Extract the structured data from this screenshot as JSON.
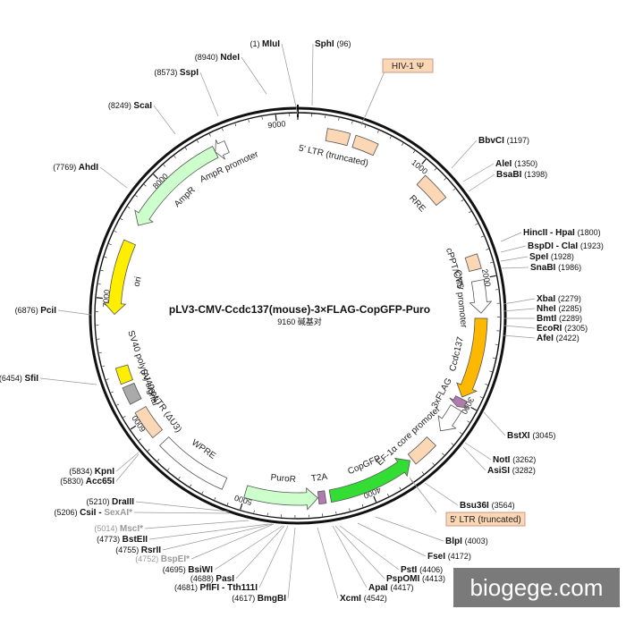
{
  "map": {
    "title": "pLV3-CMV-Ccdc137(mouse)-3×FLAG-CopGFP-Puro",
    "size_label": "9160 碱基对",
    "total_bp": 9160
  },
  "ticks": [
    "1000",
    "2000",
    "3000",
    "4000",
    "5000",
    "6000",
    "7000",
    "8000",
    "9000"
  ],
  "features": [
    {
      "label": "5' LTR (truncated)",
      "start": 230,
      "end": 410,
      "type": "box",
      "color": "#fbd7b5"
    },
    {
      "label": "",
      "start": 455,
      "end": 640,
      "type": "box",
      "color": "#fbd7b5"
    },
    {
      "label": "RRE",
      "start": 1075,
      "end": 1309,
      "type": "box",
      "color": "#fbd7b5"
    },
    {
      "label": "cPPT/CTS",
      "start": 1805,
      "end": 1922,
      "type": "box",
      "color": "#fbd7b5"
    },
    {
      "label": "CMV promoter",
      "start": 2010,
      "end": 2270,
      "type": "arrow",
      "dir": 1,
      "color": "#ffffff"
    },
    {
      "label": "Ccdc137",
      "start": 2311,
      "end": 2960,
      "type": "arrow",
      "dir": 1,
      "color": "#ffb800"
    },
    {
      "label": "3xFLAG",
      "start": 2975,
      "end": 3045,
      "type": "arrow",
      "dir": 1,
      "color": "#b07cb0"
    },
    {
      "label": "",
      "start": 3060,
      "end": 3280,
      "type": "arrow",
      "dir": 1,
      "color": "#ffffff"
    },
    {
      "label": "EF-1α core promoter",
      "start": 3390,
      "end": 3600,
      "type": "box",
      "color": "#fbd7b5"
    },
    {
      "label": "CopGFP",
      "start": 3620,
      "end": 4320,
      "type": "arrow",
      "dir": -1,
      "color": "#33dd33"
    },
    {
      "label": "T2A",
      "start": 4360,
      "end": 4415,
      "type": "box",
      "color": "#b07cb0"
    },
    {
      "label": "PuroR",
      "start": 4420,
      "end": 5000,
      "type": "arrow",
      "dir": -1,
      "color": "#ccffcc"
    },
    {
      "label": "WPRE",
      "start": 5180,
      "end": 5770,
      "type": "box",
      "color": "#ffffff"
    },
    {
      "label": "3' LTR (ΔU3)",
      "start": 5850,
      "end": 6085,
      "type": "box",
      "color": "#fbd7b5"
    },
    {
      "label": "SV40 ori",
      "start": 6160,
      "end": 6300,
      "type": "box",
      "color": "#aaaaaa"
    },
    {
      "label": "SV40 poly(A) signal",
      "start": 6330,
      "end": 6460,
      "type": "box",
      "color": "#ffee00"
    },
    {
      "label": "ori",
      "start": 6880,
      "end": 7470,
      "type": "arrow",
      "dir": -1,
      "color": "#ffee00"
    },
    {
      "label": "AmpR",
      "start": 7620,
      "end": 8480,
      "type": "arrow",
      "dir": -1,
      "color": "#ccffcc"
    },
    {
      "label": "AmpR promoter",
      "start": 8480,
      "end": 8580,
      "type": "arrow",
      "dir": -1,
      "color": "#ffffff"
    }
  ],
  "callouts": [
    {
      "label": "HIV-1 Ψ"
    },
    {
      "label": "5' LTR (truncated)"
    }
  ],
  "sites": [
    {
      "name": "MluI",
      "pos": "(1)",
      "side": "left"
    },
    {
      "name": "SphI",
      "pos": "(96)",
      "side": "right"
    },
    {
      "name": "BbvCI",
      "pos": "(1197)",
      "side": "right"
    },
    {
      "name": "AleI",
      "pos": "(1350)",
      "side": "right"
    },
    {
      "name": "BsaBI",
      "pos": "(1398)",
      "side": "right"
    },
    {
      "name": "HincII - HpaI",
      "pos": "(1800)",
      "side": "right"
    },
    {
      "name": "BspDI - ClaI",
      "pos": "(1923)",
      "side": "right"
    },
    {
      "name": "SpeI",
      "pos": "(1928)",
      "side": "right"
    },
    {
      "name": "SnaBI",
      "pos": "(1986)",
      "side": "right"
    },
    {
      "name": "XbaI",
      "pos": "(2279)",
      "side": "right"
    },
    {
      "name": "NheI",
      "pos": "(2285)",
      "side": "right"
    },
    {
      "name": "BmtI",
      "pos": "(2289)",
      "side": "right"
    },
    {
      "name": "EcoRI",
      "pos": "(2305)",
      "side": "right"
    },
    {
      "name": "AfeI",
      "pos": "(2422)",
      "side": "right"
    },
    {
      "name": "BstXI",
      "pos": "(3045)",
      "side": "right"
    },
    {
      "name": "NotI",
      "pos": "(3262)",
      "side": "right"
    },
    {
      "name": "AsiSI",
      "pos": "(3282)",
      "side": "right"
    },
    {
      "name": "Bsu36I",
      "pos": "(3564)",
      "side": "right"
    },
    {
      "name": "BlpI",
      "pos": "(4003)",
      "side": "right"
    },
    {
      "name": "FseI",
      "pos": "(4172)",
      "side": "right"
    },
    {
      "name": "PstI",
      "pos": "(4406)",
      "side": "right"
    },
    {
      "name": "PspOMI",
      "pos": "(4413)",
      "side": "right"
    },
    {
      "name": "ApaI",
      "pos": "(4417)",
      "side": "right"
    },
    {
      "name": "XcmI",
      "pos": "(4542)",
      "side": "right"
    },
    {
      "name": "BmgBI",
      "pos": "(4617)",
      "side": "left"
    },
    {
      "name": "PflFI - Tth111I",
      "pos": "(4681)",
      "side": "left"
    },
    {
      "name": "PasI",
      "pos": "(4688)",
      "side": "left"
    },
    {
      "name": "BsiWI",
      "pos": "(4695)",
      "side": "left"
    },
    {
      "name": "BspEI*",
      "pos": "(4752)",
      "side": "left",
      "gray": true
    },
    {
      "name": "RsrII",
      "pos": "(4755)",
      "side": "left"
    },
    {
      "name": "BstEII",
      "pos": "(4773)",
      "side": "left"
    },
    {
      "name": "MscI*",
      "pos": "(5014)",
      "side": "left",
      "gray": true
    },
    {
      "name": "CsiI - SexAI*",
      "pos": "(5206)",
      "side": "left",
      "gray_part": "SexAI*"
    },
    {
      "name": "DraIII",
      "pos": "(5210)",
      "side": "left"
    },
    {
      "name": "Acc65I",
      "pos": "(5830)",
      "side": "left"
    },
    {
      "name": "KpnI",
      "pos": "(5834)",
      "side": "left"
    },
    {
      "name": "SfiI",
      "pos": "(6454)",
      "side": "left"
    },
    {
      "name": "PciI",
      "pos": "(6876)",
      "side": "left"
    },
    {
      "name": "AhdI",
      "pos": "(7769)",
      "side": "left"
    },
    {
      "name": "ScaI",
      "pos": "(8249)",
      "side": "left"
    },
    {
      "name": "SspI",
      "pos": "(8573)",
      "side": "left"
    },
    {
      "name": "NdeI",
      "pos": "(8940)",
      "side": "left"
    }
  ],
  "watermark": {
    "text": "biogege.com"
  }
}
